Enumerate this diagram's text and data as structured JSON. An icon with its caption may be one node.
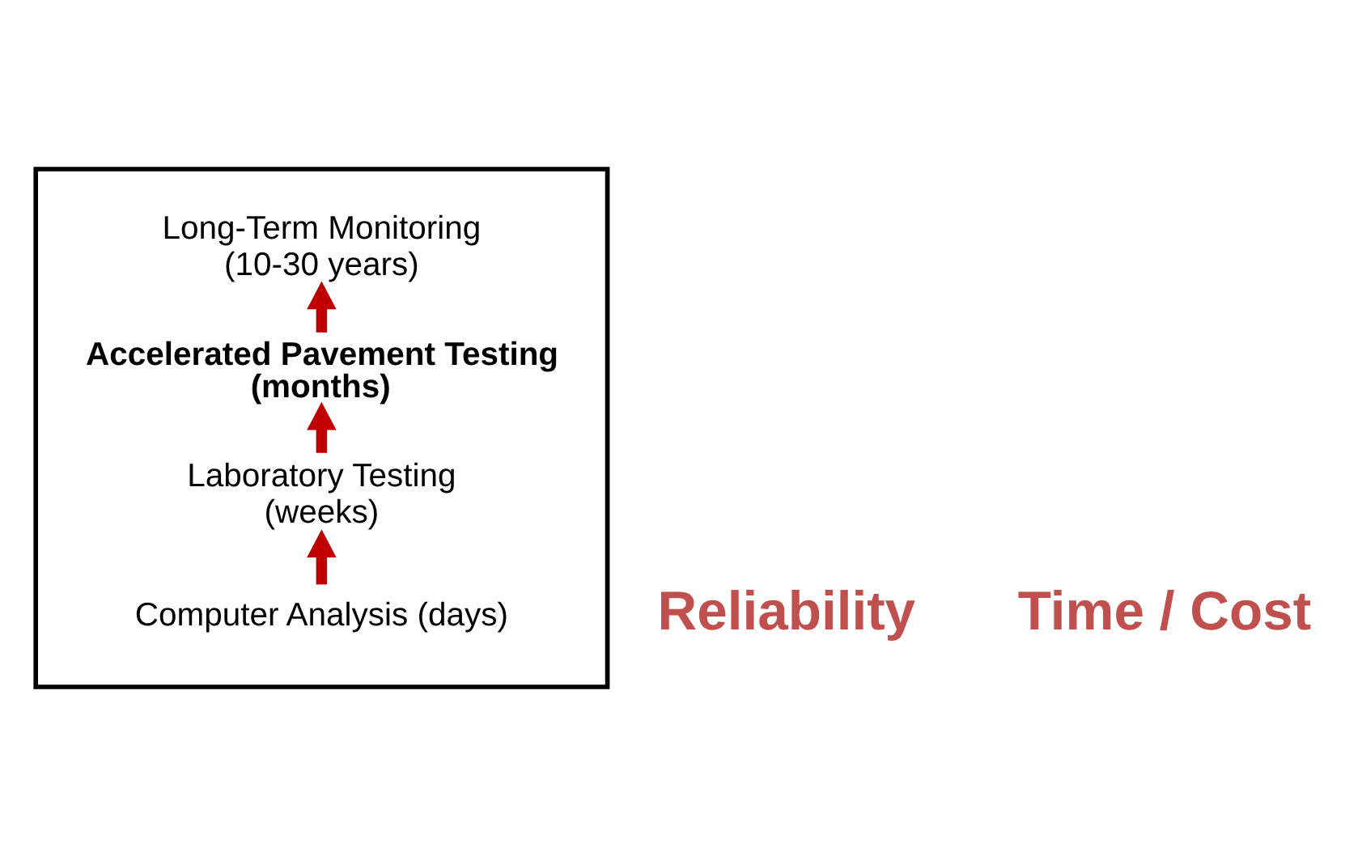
{
  "diagram": {
    "nodes": [
      {
        "text": [],
        "shape": "box"
      },
      {
        "text": [
          "Long-Term Monitoring (10-30 years)"
        ],
        "in": 0
      },
      {
        "text": [
          "Accelerated Pavement Testing (months)"
        ],
        "in": 0
      },
      {
        "text": [
          "Laboratory Testing (weeks)"
        ],
        "in": 0
      },
      {
        "text": [
          "Computer Analysis (days)"
        ],
        "in": 0
      }
    ],
    "edges": [
      {
        "from": 4,
        "to": 3,
        "arrow": "to"
      },
      {
        "from": 3,
        "to": 2,
        "arrow": "to"
      },
      {
        "from": 2,
        "to": 1,
        "arrow": "to"
      }
    ],
    "labels": [
      "Reliability",
      "Time / Cost"
    ]
  }
}
